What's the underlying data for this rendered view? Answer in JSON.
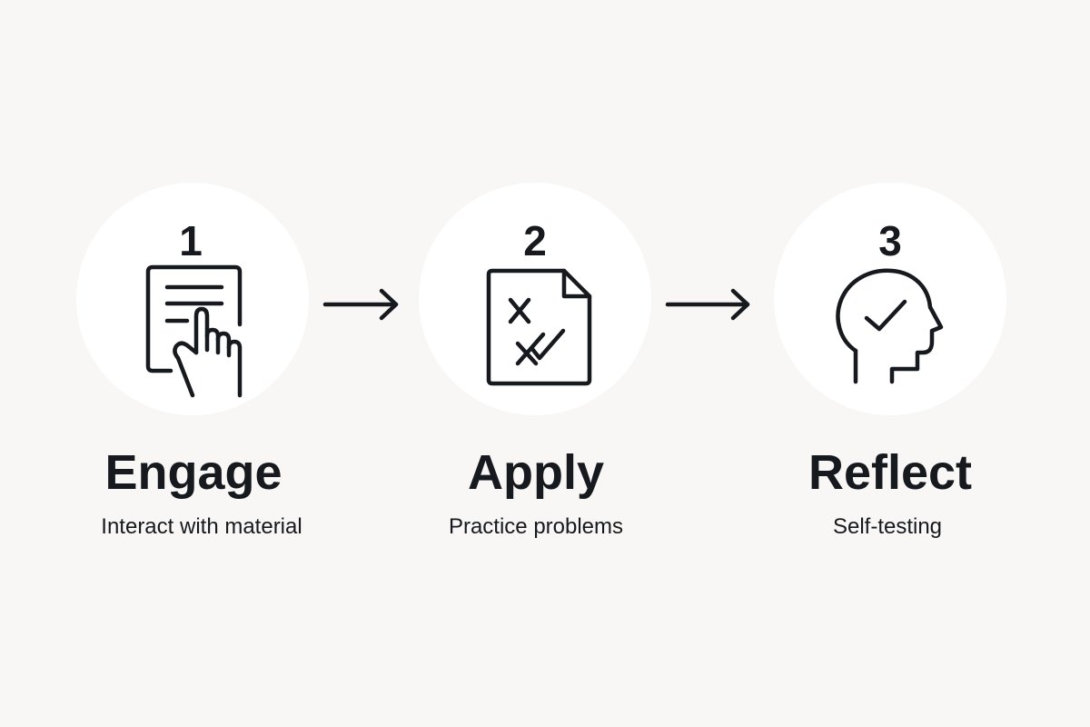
{
  "steps": [
    {
      "number": "1",
      "title": "Engage",
      "description": "Interact with material",
      "icon": "document-tap-icon"
    },
    {
      "number": "2",
      "title": "Apply",
      "description": "Practice problems",
      "icon": "document-checklist-icon"
    },
    {
      "number": "3",
      "title": "Reflect",
      "description": "Self-testing",
      "icon": "head-check-icon"
    }
  ],
  "arrows": [
    "right-arrow-icon",
    "right-arrow-icon"
  ],
  "colors": {
    "background": "#f8f7f5",
    "circle": "#ffffff",
    "ink": "#16191d"
  }
}
